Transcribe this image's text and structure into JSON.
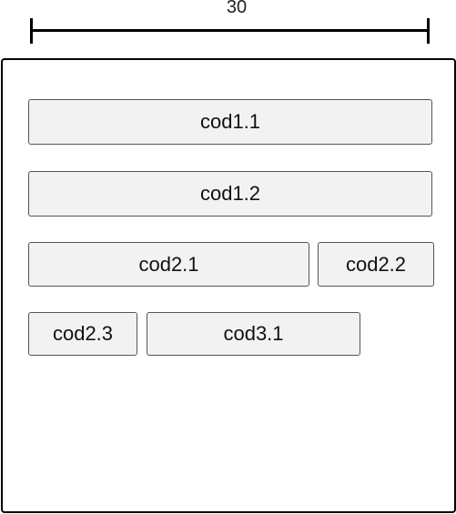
{
  "ruler": {
    "label": "30"
  },
  "blocks": [
    {
      "label": "cod1.1"
    },
    {
      "label": "cod1.2"
    },
    {
      "label": "cod2.1"
    },
    {
      "label": "cod2.2"
    },
    {
      "label": "cod2.3"
    },
    {
      "label": "cod3.1"
    }
  ]
}
